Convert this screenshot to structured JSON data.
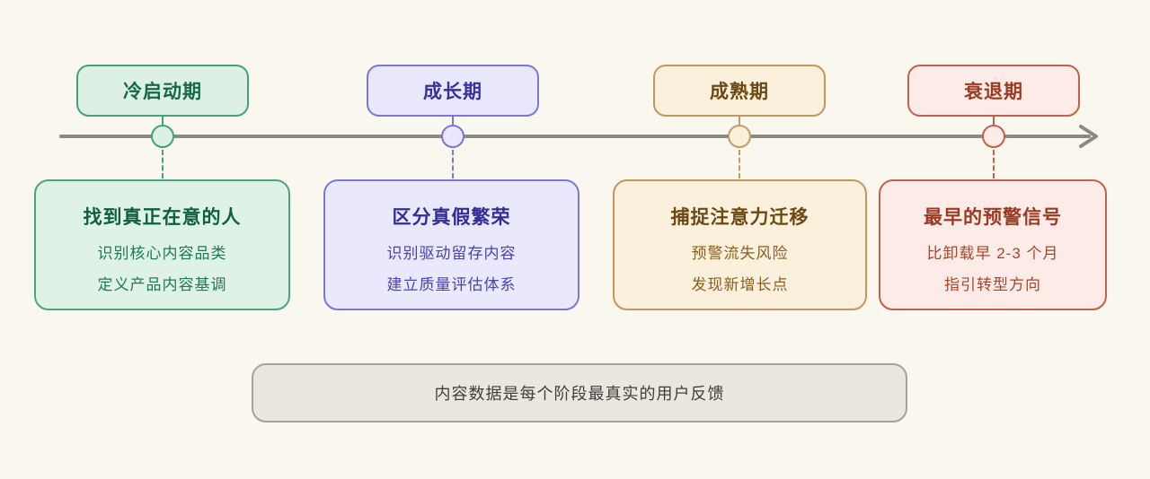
{
  "diagram": {
    "type": "product-lifecycle-timeline",
    "background_color": "#faf7ef",
    "timeline_color": "#8b8a80"
  },
  "stages": [
    {
      "label": "冷启动期",
      "card_title": "找到真正在意的人",
      "lines": [
        "识别核心内容品类",
        "定义产品内容基调"
      ],
      "accent_color": "#43a27a",
      "fill_color": "#dff2e8",
      "text_color": "#166847"
    },
    {
      "label": "成长期",
      "card_title": "区分真假繁荣",
      "lines": [
        "识别驱动留存内容",
        "建立质量评估体系"
      ],
      "accent_color": "#7d75da",
      "fill_color": "#e9e8fc",
      "text_color": "#38319c"
    },
    {
      "label": "成熟期",
      "card_title": "捕捉注意力迁移",
      "lines": [
        "预警流失风险",
        "发现新增长点"
      ],
      "accent_color": "#c3965e",
      "fill_color": "#faf0dc",
      "text_color": "#6d4812"
    },
    {
      "label": "衰退期",
      "card_title": "最早的预警信号",
      "lines": [
        "比卸载早 2-3 个月",
        "指引转型方向"
      ],
      "accent_color": "#c2604a",
      "fill_color": "#fcebe6",
      "text_color": "#9a3a22"
    }
  ],
  "footer": {
    "text": "内容数据是每个阶段最真实的用户反馈"
  }
}
